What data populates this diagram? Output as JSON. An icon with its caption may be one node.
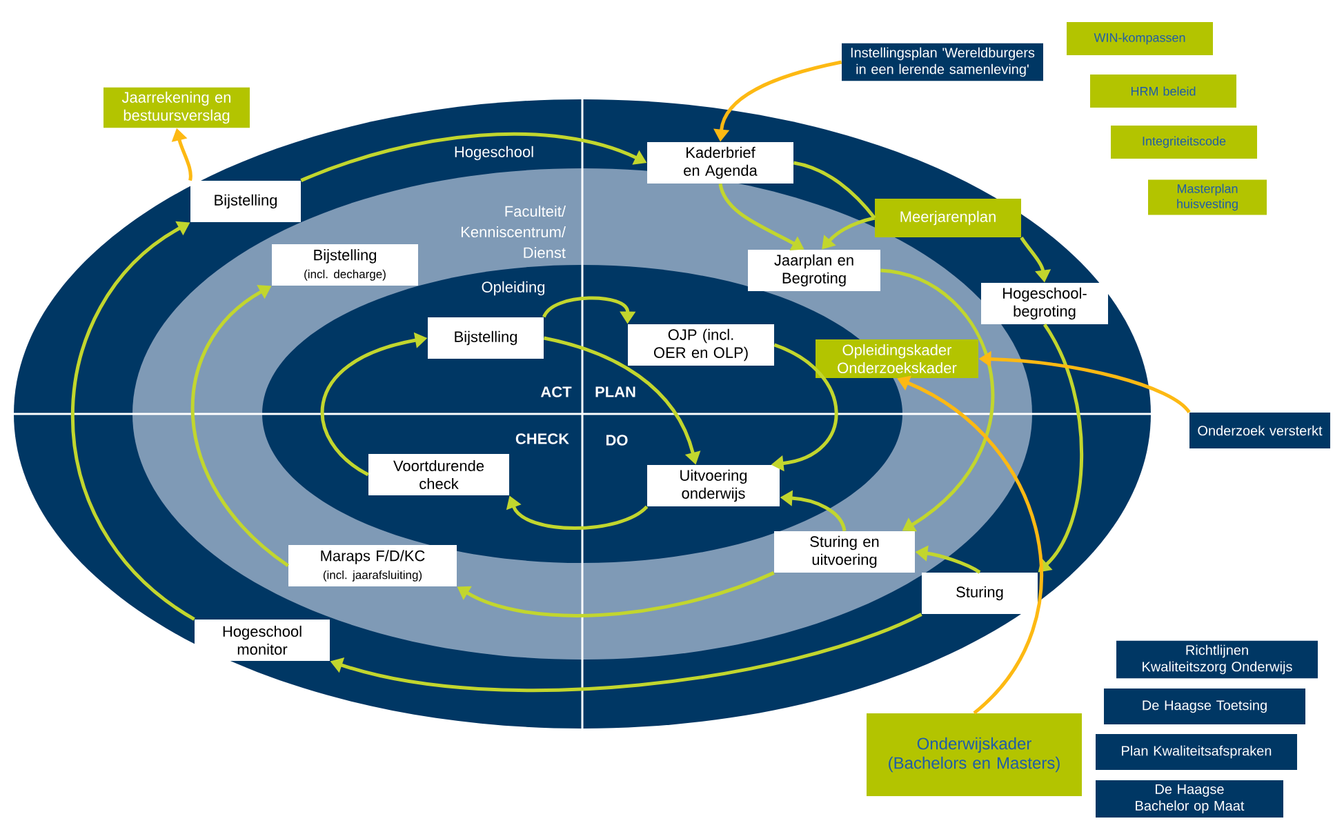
{
  "diagram": {
    "nodes": [
      {
        "text": [
          "Jaarrekening en bestuursverslag"
        ]
      },
      {
        "text": [
          "Bijstelling"
        ]
      },
      {
        "text": [
          "Instellingsplan 'Wereldburgers in een lerende samenleving'"
        ]
      },
      {
        "text": [
          "WIN-kompassen"
        ]
      },
      {
        "text": [
          "HRM beleid"
        ]
      },
      {
        "text": [
          "Integriteitscode"
        ]
      },
      {
        "text": [
          "Masterplan huisvesting"
        ]
      },
      {
        "text": [
          "Kaderbrief en Agenda"
        ]
      },
      {
        "text": [
          "Bijstelling",
          "(incl. decharge)"
        ]
      },
      {
        "text": [
          "Meerjarenplan"
        ]
      },
      {
        "text": [
          "Jaarplan en Begroting"
        ]
      },
      {
        "text": [
          "Hogeschool- begroting"
        ]
      },
      {
        "text": [
          "Bijstelling"
        ]
      },
      {
        "text": [
          "OJP (incl. OER en OLP)"
        ]
      },
      {
        "text": [
          "Opleidingskader Onderzoekskader"
        ]
      },
      {
        "text": [
          "Onderzoek versterkt"
        ]
      },
      {
        "text": [
          "Voortdurende check"
        ]
      },
      {
        "text": [
          "Uitvoering onderwijs"
        ]
      },
      {
        "text": [
          "Maraps F/D/KC",
          "(incl. jaarafsluiting)"
        ]
      },
      {
        "text": [
          "Sturing en uitvoering"
        ]
      },
      {
        "text": [
          "Sturing"
        ]
      },
      {
        "text": [
          "Hogeschool monitor"
        ]
      },
      {
        "text": [
          "Onderwijskader (Bachelors en Masters)"
        ]
      },
      {
        "text": [
          "Richtlijnen Kwaliteitszorg Onderwijs"
        ]
      },
      {
        "text": [
          "De Haagse Toetsing"
        ]
      },
      {
        "text": [
          "Plan Kwaliteitsafspraken"
        ]
      },
      {
        "text": [
          "De Haagse Bachelor op Maat"
        ]
      }
    ],
    "edges": [
      {
        "from": 1,
        "to": 7,
        "arrow": "to"
      },
      {
        "from": 7,
        "to": 9,
        "arrow": "none"
      },
      {
        "from": 9,
        "to": 11,
        "arrow": "to"
      },
      {
        "from": 9,
        "to": 10,
        "arrow": "to"
      },
      {
        "from": 7,
        "to": 10,
        "arrow": "to"
      },
      {
        "from": 10,
        "to": 19,
        "arrow": "to"
      },
      {
        "from": 11,
        "to": 20,
        "arrow": "to"
      },
      {
        "from": 20,
        "to": 19,
        "arrow": "to"
      },
      {
        "from": 20,
        "to": 21,
        "arrow": "to"
      },
      {
        "from": 21,
        "to": 1,
        "arrow": "to"
      },
      {
        "from": 1,
        "to": 0,
        "arrow": "to",
        "color": "#fdb913"
      },
      {
        "from": 19,
        "to": 17,
        "arrow": "to"
      },
      {
        "from": 19,
        "to": 18,
        "arrow": "to"
      },
      {
        "from": 18,
        "to": 8,
        "arrow": "to"
      },
      {
        "from": 2,
        "to": 7,
        "arrow": "to",
        "color": "#fdb913"
      },
      {
        "from": 12,
        "to": 13,
        "arrow": "to"
      },
      {
        "from": 12,
        "to": 17,
        "arrow": "to"
      },
      {
        "from": 13,
        "to": 17,
        "arrow": "to"
      },
      {
        "from": 17,
        "to": 16,
        "arrow": "to"
      },
      {
        "from": 16,
        "to": 12,
        "arrow": "to"
      },
      {
        "from": 15,
        "to": 14,
        "arrow": "to",
        "color": "#fdb913"
      },
      {
        "from": 22,
        "to": 14,
        "arrow": "to",
        "color": "#fdb913"
      }
    ],
    "labels": [
      "Hogeschool",
      "Faculteit/ Kenniscentrum/ Dienst",
      "Opleiding",
      "ACT",
      "PLAN",
      "CHECK",
      "DO"
    ]
  }
}
